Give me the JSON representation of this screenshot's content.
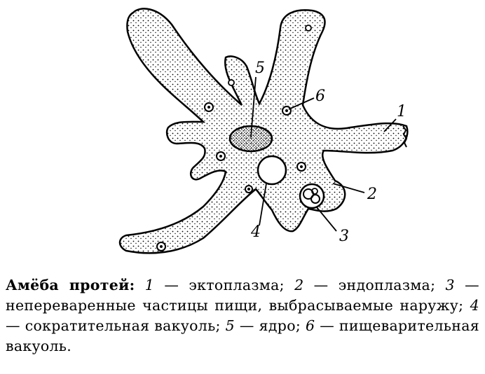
{
  "labels": {
    "l1": "1",
    "l2": "2",
    "l3": "3",
    "l4": "4",
    "l5": "5",
    "l6": "6"
  },
  "caption": {
    "title": "Амёба протей:",
    "items": [
      {
        "num": "1",
        "text": "— эктоплазма;"
      },
      {
        "num": "2",
        "text": "— эндоплазма;"
      },
      {
        "num": "3",
        "text": "— непереваренные частицы пищи, выбрасываемые наружу;"
      },
      {
        "num": "4",
        "text": "— сократительная вакуоль;"
      },
      {
        "num": "5",
        "text": "— ядро;"
      },
      {
        "num": "6",
        "text": "— пищеварительная вакуоль."
      }
    ]
  }
}
